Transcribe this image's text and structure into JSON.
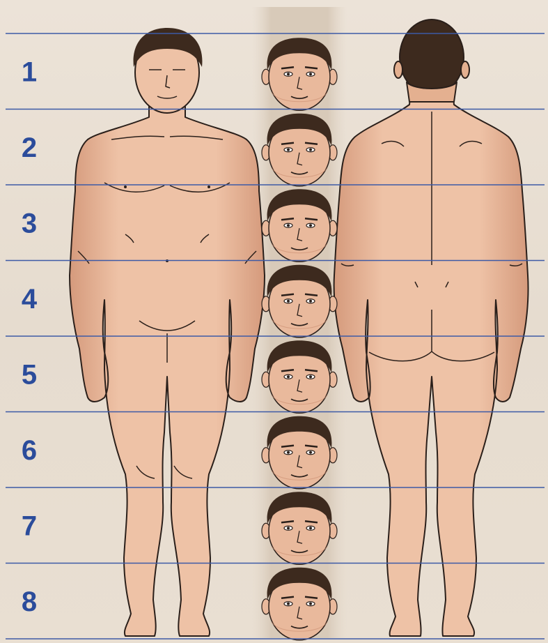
{
  "diagram": {
    "numbers": [
      "1",
      "2",
      "3",
      "4",
      "5",
      "6",
      "7",
      "8"
    ],
    "head_units": 8
  },
  "colors": {
    "background": "#e8dfd3",
    "strip": "#dccfc0",
    "line": "#3d5aa6",
    "number": "#2b4c9b",
    "skin": "#e9b99c",
    "skin_shadow": "#c98c6f",
    "hair": "#3d2a1e",
    "outline": "#2a1f1a"
  }
}
